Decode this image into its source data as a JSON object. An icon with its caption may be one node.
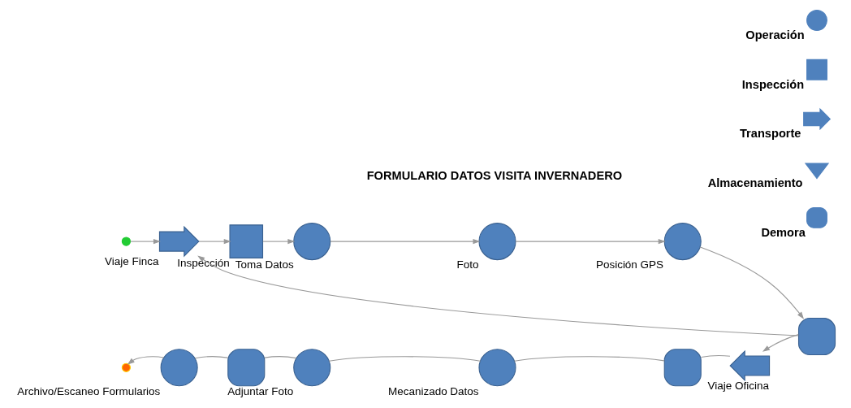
{
  "diagram": {
    "nodes": [
      {
        "text": [],
        "shape": "circle"
      },
      {
        "text": [
          "Viaje Finca"
        ]
      },
      {
        "text": [
          "Inspección"
        ]
      },
      {
        "text": [
          "Toma Datos"
        ]
      },
      {
        "text": [
          "Foto"
        ]
      },
      {
        "text": [
          "Posición GPS"
        ]
      },
      {
        "text": [],
        "shape": "d-shape"
      },
      {
        "text": [
          "Viaje Oficina"
        ]
      },
      {
        "text": [],
        "shape": "d-shape"
      },
      {
        "text": [
          "Mecanizado Datos"
        ]
      },
      {
        "text": [
          "Adjuntar Foto"
        ]
      },
      {
        "text": [],
        "shape": "d-shape"
      },
      {
        "text": [
          "Archivo/Escaneo Formularios"
        ]
      },
      {
        "text": [],
        "shape": "circle"
      }
    ],
    "edges": [
      {
        "from": 0,
        "to": 1,
        "arrow": "to"
      },
      {
        "from": 1,
        "to": 2,
        "arrow": "to"
      },
      {
        "from": 2,
        "to": 3,
        "arrow": "to"
      },
      {
        "from": 3,
        "to": 4,
        "arrow": "to"
      },
      {
        "from": 4,
        "to": 5,
        "arrow": "to"
      },
      {
        "from": 5,
        "to": 6,
        "arrow": "to"
      },
      {
        "from": 6,
        "to": 7,
        "arrow": "to"
      },
      {
        "from": 6,
        "to": 1,
        "arrow": "to"
      },
      {
        "from": 7,
        "to": 8,
        "arrow": "none"
      },
      {
        "from": 8,
        "to": 9,
        "arrow": "none"
      },
      {
        "from": 9,
        "to": 10,
        "arrow": "none"
      },
      {
        "from": 10,
        "to": 11,
        "arrow": "none"
      },
      {
        "from": 11,
        "to": 12,
        "arrow": "none"
      },
      {
        "from": 12,
        "to": 13,
        "arrow": "to"
      }
    ],
    "labels": [
      "FORMULARIO DATOS VISITA INVERNADERO"
    ],
    "legend": [
      {
        "text": "Operación"
      },
      {
        "text": "Inspección"
      },
      {
        "text": "Transporte"
      },
      {
        "text": "Almacenamiento"
      },
      {
        "text": "Demora"
      }
    ]
  }
}
